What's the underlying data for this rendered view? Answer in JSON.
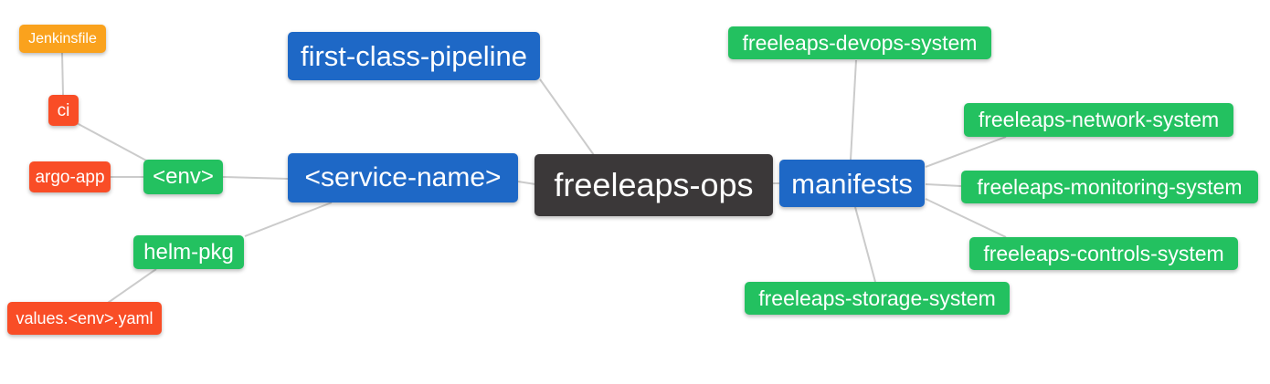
{
  "palette": {
    "blue": "#1E68C6",
    "green": "#23C160",
    "orange": "#FAA21D",
    "red": "#F94D26",
    "dark": "#3B3839",
    "edge": "#CBCBCB",
    "background": "#FFFFFF",
    "text": "#FFFFFF"
  },
  "nodes": {
    "freeleaps_ops": {
      "label": "freeleaps-ops",
      "color": "#3B3839"
    },
    "first_class_pipeline": {
      "label": "first-class-pipeline",
      "color": "#1E68C6"
    },
    "service_name": {
      "label": "<service-name>",
      "color": "#1E68C6"
    },
    "manifests": {
      "label": "manifests",
      "color": "#1E68C6"
    },
    "env": {
      "label": "<env>",
      "color": "#23C160"
    },
    "helm_pkg": {
      "label": "helm-pkg",
      "color": "#23C160"
    },
    "ci": {
      "label": "ci",
      "color": "#F94D26"
    },
    "argo_app": {
      "label": "argo-app",
      "color": "#F94D26"
    },
    "jenkinsfile": {
      "label": "Jenkinsfile",
      "color": "#FAA21D"
    },
    "values_env_yaml": {
      "label": "values.<env>.yaml",
      "color": "#F94D26"
    },
    "devops_system": {
      "label": "freeleaps-devops-system",
      "color": "#23C160"
    },
    "network_system": {
      "label": "freeleaps-network-system",
      "color": "#23C160"
    },
    "monitoring_system": {
      "label": "freeleaps-monitoring-system",
      "color": "#23C160"
    },
    "controls_system": {
      "label": "freeleaps-controls-system",
      "color": "#23C160"
    },
    "storage_system": {
      "label": "freeleaps-storage-system",
      "color": "#23C160"
    }
  },
  "edges": [
    [
      "freeleaps_ops",
      "first_class_pipeline"
    ],
    [
      "freeleaps_ops",
      "service_name"
    ],
    [
      "freeleaps_ops",
      "manifests"
    ],
    [
      "service_name",
      "env"
    ],
    [
      "service_name",
      "helm_pkg"
    ],
    [
      "env",
      "ci"
    ],
    [
      "env",
      "argo_app"
    ],
    [
      "ci",
      "jenkinsfile"
    ],
    [
      "helm_pkg",
      "values_env_yaml"
    ],
    [
      "manifests",
      "devops_system"
    ],
    [
      "manifests",
      "network_system"
    ],
    [
      "manifests",
      "monitoring_system"
    ],
    [
      "manifests",
      "controls_system"
    ],
    [
      "manifests",
      "storage_system"
    ]
  ]
}
